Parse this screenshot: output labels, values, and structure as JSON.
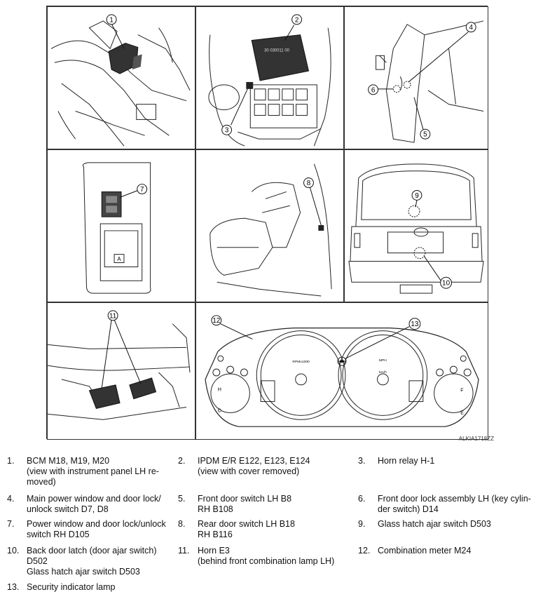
{
  "figure": {
    "code": "ALKIA1718ZZ",
    "callouts": [
      "1",
      "2",
      "3",
      "4",
      "5",
      "6",
      "7",
      "8",
      "9",
      "10",
      "11",
      "12",
      "13"
    ],
    "ipdm_label": "30 030011 00",
    "meter_labels": {
      "tach": "RPMx1000",
      "mph": "MPH",
      "kmh": "km/h",
      "temp_h": "H",
      "temp_c": "C",
      "fuel_f": "F",
      "fuel_e": "E",
      "switch_a": "A"
    }
  },
  "legend": [
    {
      "num": "1.",
      "lines": [
        "BCM M18, M19, M20",
        "(view with instrument panel LH re-",
        "moved)"
      ]
    },
    {
      "num": "2.",
      "lines": [
        "IPDM E/R E122, E123, E124",
        "(view with cover removed)"
      ]
    },
    {
      "num": "3.",
      "lines": [
        "Horn relay H-1"
      ]
    },
    {
      "num": "4.",
      "lines": [
        "Main power window and door lock/",
        "unlock switch D7, D8"
      ]
    },
    {
      "num": "5.",
      "lines": [
        "Front door switch LH B8",
        "RH B108"
      ]
    },
    {
      "num": "6.",
      "lines": [
        "Front door lock assembly LH (key cylin-",
        "der switch) D14"
      ]
    },
    {
      "num": "7.",
      "lines": [
        "Power window and door lock/unlock",
        "switch RH D105"
      ]
    },
    {
      "num": "8.",
      "lines": [
        "Rear door switch LH B18",
        "RH B116"
      ]
    },
    {
      "num": "9.",
      "lines": [
        "Glass hatch ajar switch D503"
      ]
    },
    {
      "num": "10.",
      "lines": [
        "Back door latch (door ajar switch)",
        "D502",
        "Glass hatch ajar switch D503"
      ]
    },
    {
      "num": "11.",
      "lines": [
        "Horn E3",
        "(behind front combination lamp LH)"
      ]
    },
    {
      "num": "12.",
      "lines": [
        "Combination meter M24"
      ]
    },
    {
      "num": "13.",
      "lines": [
        "Security indicator lamp"
      ]
    }
  ]
}
